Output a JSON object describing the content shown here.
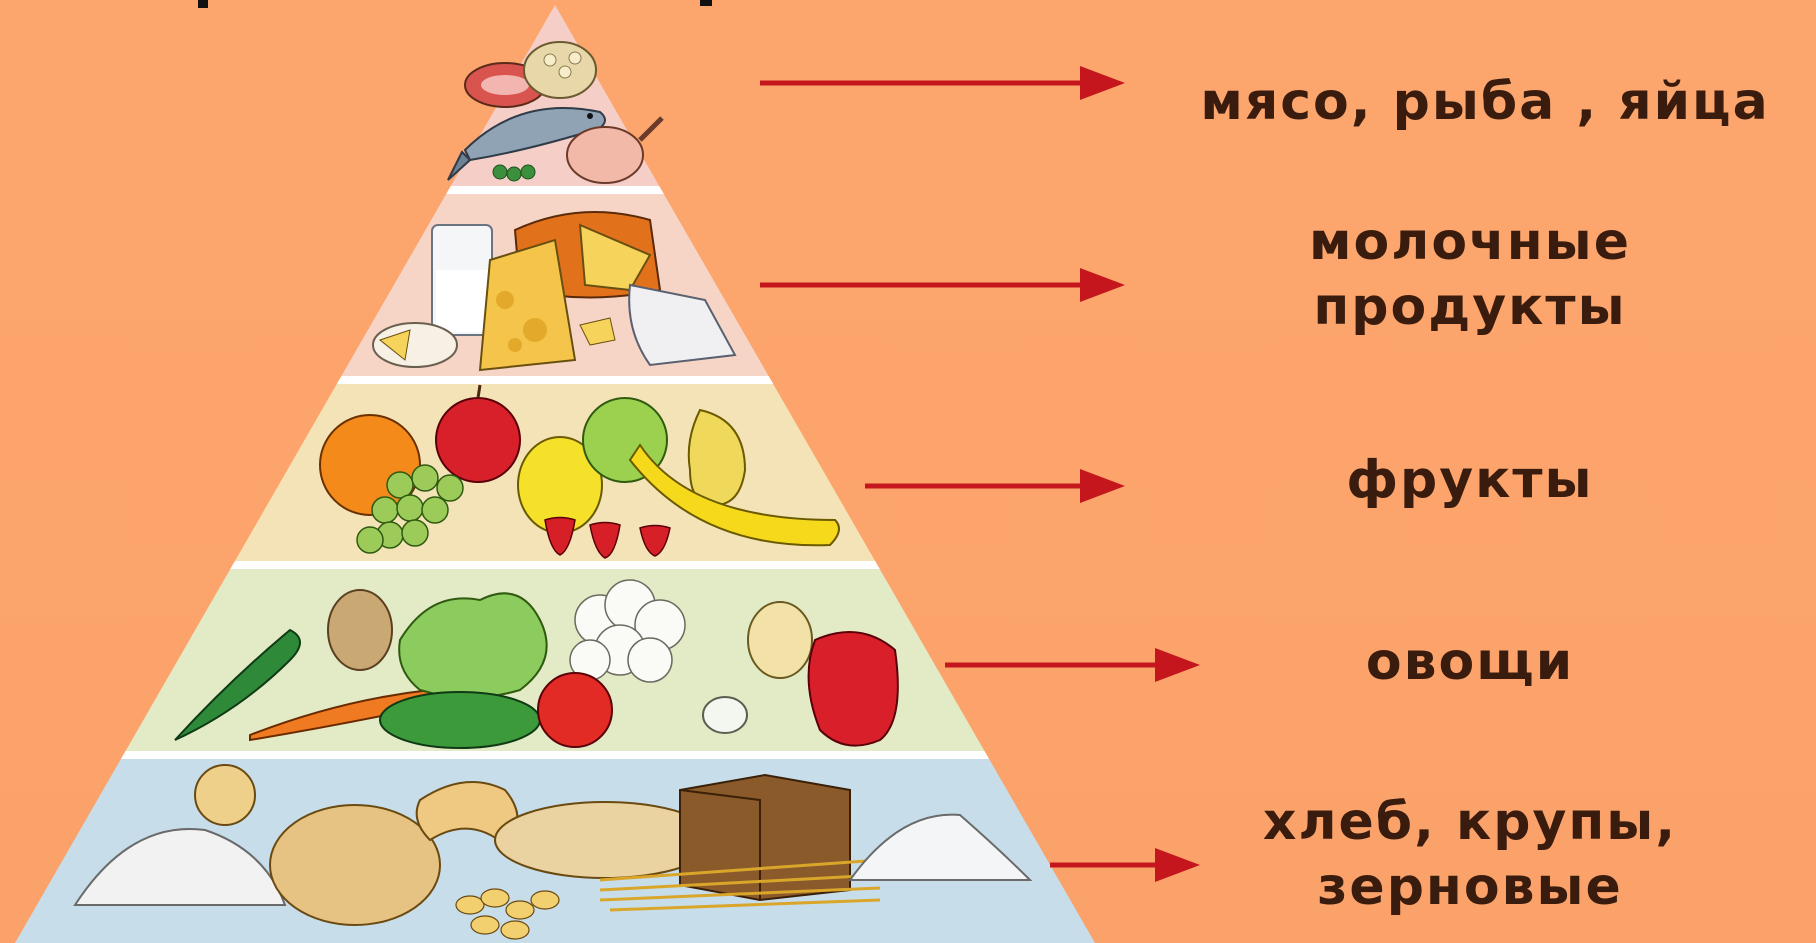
{
  "diagram": {
    "type": "food-pyramid",
    "levels": [
      {
        "id": "meat",
        "label": "мясо, рыба , яйца",
        "icon": "meat-fish-eggs",
        "band_color": "#F5C8C0"
      },
      {
        "id": "dairy",
        "label": "молочные продукты",
        "lines": [
          "молочные",
          "продукты"
        ],
        "icon": "dairy",
        "band_color": "#F6D0C1"
      },
      {
        "id": "fruit",
        "label": "фрукты",
        "icon": "fruits",
        "band_color": "#F6E1B5"
      },
      {
        "id": "veg",
        "label": "овощи",
        "icon": "vegetables",
        "band_color": "#E6EBC4"
      },
      {
        "id": "grain",
        "label": "хлеб, крупы, зерновые",
        "lines": [
          "хлеб, крупы,",
          "зерновые"
        ],
        "icon": "bread-grains",
        "band_color": "#C9DFEA"
      }
    ],
    "arrow_color": "#C4161C",
    "background": "#FCA66E",
    "text_color": "#3A1C0E"
  }
}
